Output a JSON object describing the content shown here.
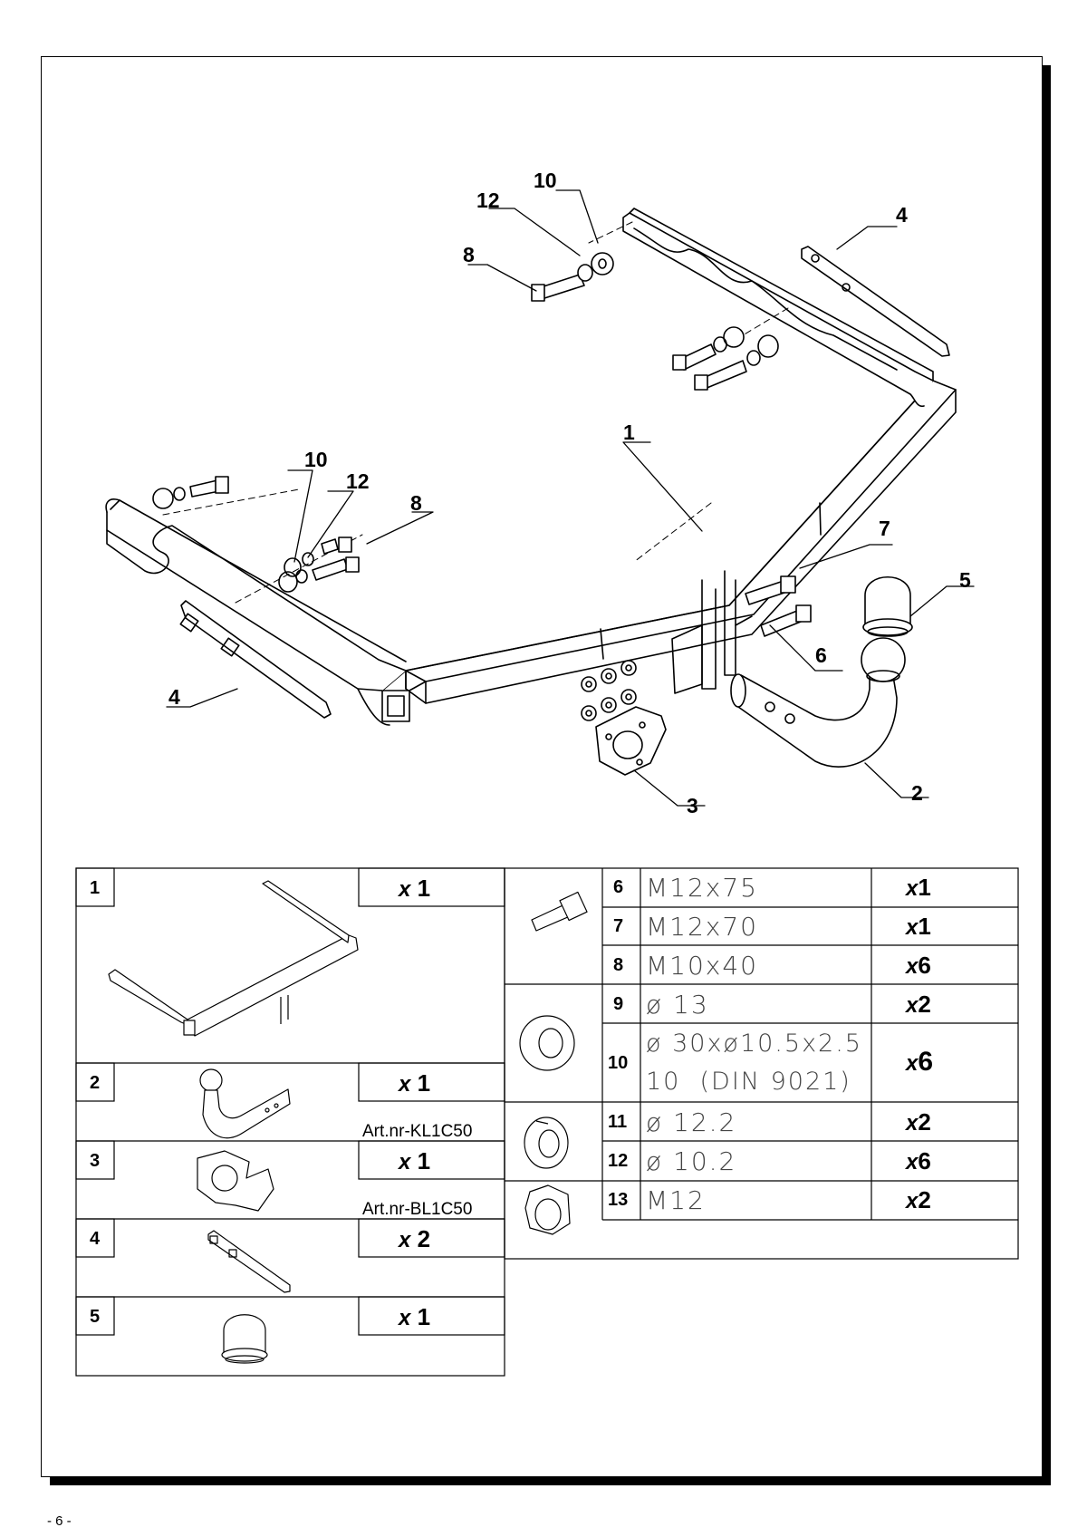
{
  "page": {
    "number": "- 6 -"
  },
  "diagram": {
    "callouts": [
      {
        "id": "c10a",
        "text": "10"
      },
      {
        "id": "c12a",
        "text": "12"
      },
      {
        "id": "c8a",
        "text": "8"
      },
      {
        "id": "c4a",
        "text": "4"
      },
      {
        "id": "c1",
        "text": "1"
      },
      {
        "id": "c10b",
        "text": "10"
      },
      {
        "id": "c12b",
        "text": "12"
      },
      {
        "id": "c8b",
        "text": "8"
      },
      {
        "id": "c7",
        "text": "7"
      },
      {
        "id": "c5",
        "text": "5"
      },
      {
        "id": "c6",
        "text": "6"
      },
      {
        "id": "c4b",
        "text": "4"
      },
      {
        "id": "c3",
        "text": "3"
      },
      {
        "id": "c2",
        "text": "2"
      }
    ]
  },
  "parts_left": [
    {
      "no": "1",
      "qty_prefix": "x",
      "qty": "1",
      "art": ""
    },
    {
      "no": "2",
      "qty_prefix": "x",
      "qty": "1",
      "art": "Art.nr-KL1C50"
    },
    {
      "no": "3",
      "qty_prefix": "x",
      "qty": "1",
      "art": "Art.nr-BL1C50"
    },
    {
      "no": "4",
      "qty_prefix": "x",
      "qty": "2",
      "art": ""
    },
    {
      "no": "5",
      "qty_prefix": "x",
      "qty": "1",
      "art": ""
    }
  ],
  "parts_right": [
    {
      "no": "6",
      "spec": "M12x75",
      "qty_prefix": "x",
      "qty": "1"
    },
    {
      "no": "7",
      "spec": "M12x70",
      "qty_prefix": "x",
      "qty": "1"
    },
    {
      "no": "8",
      "spec": "M10x40",
      "qty_prefix": "x",
      "qty": "6"
    },
    {
      "no": "9",
      "spec": "ø 13",
      "qty_prefix": "x",
      "qty": "2"
    },
    {
      "no": "10",
      "spec": "ø 30xø10.5x2.5",
      "spec2": "10  (DIN 9021)",
      "qty_prefix": "x",
      "qty": "6"
    },
    {
      "no": "11",
      "spec": "ø 12.2",
      "qty_prefix": "x",
      "qty": "2"
    },
    {
      "no": "12",
      "spec": "ø 10.2",
      "qty_prefix": "x",
      "qty": "6"
    },
    {
      "no": "13",
      "spec": "M12",
      "qty_prefix": "x",
      "qty": "2"
    }
  ]
}
